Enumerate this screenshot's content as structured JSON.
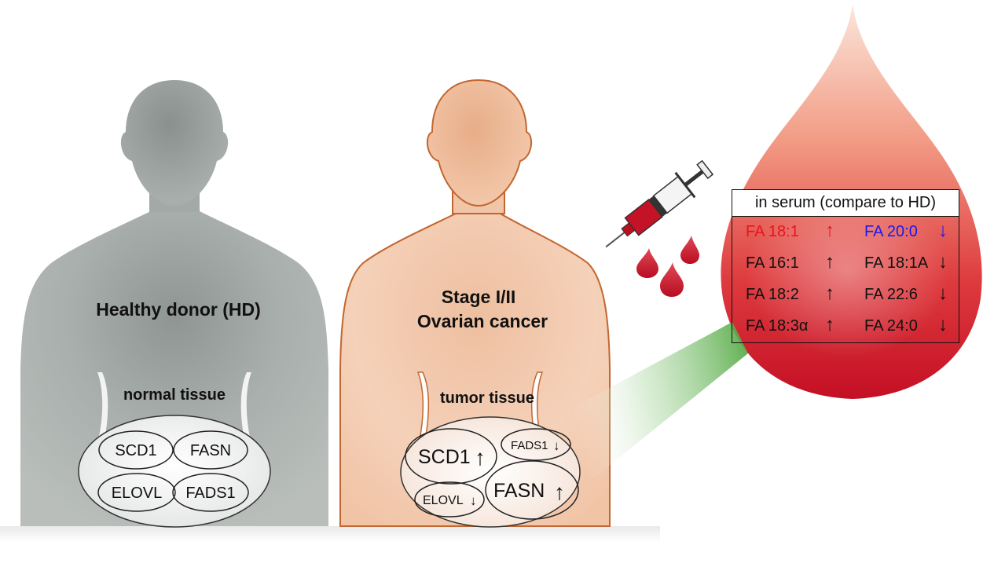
{
  "healthy": {
    "label": "Healthy donor (HD)",
    "tissue_label": "normal tissue",
    "genes": [
      "SCD1",
      "FASN",
      "ELOVL",
      "FADS1"
    ]
  },
  "cancer": {
    "label_line1": "Stage I/II",
    "label_line2": "Ovarian cancer",
    "tissue_label": "tumor tissue",
    "genes": [
      {
        "name": "SCD1",
        "arrow": "↑"
      },
      {
        "name": "FADS1",
        "arrow": "↓"
      },
      {
        "name": "ELOVL",
        "arrow": "↓"
      },
      {
        "name": "FASN",
        "arrow": "↑"
      }
    ]
  },
  "serum_table": {
    "header": "in serum (compare to HD)",
    "rows": [
      {
        "left": "FA 18:1",
        "left_arrow": "↑",
        "left_color": "#e8141b",
        "right": "FA 20:0",
        "right_arrow": "↓",
        "right_color": "#1a1aee"
      },
      {
        "left": "FA 16:1",
        "left_arrow": "↑",
        "left_color": "#111111",
        "right": "FA 18:1A",
        "right_arrow": "↓",
        "right_color": "#111111"
      },
      {
        "left": "FA 18:2",
        "left_arrow": "↑",
        "left_color": "#111111",
        "right": "FA 22:6",
        "right_arrow": "↓",
        "right_color": "#111111"
      },
      {
        "left": "FA 18:3α",
        "left_arrow": "↑",
        "left_color": "#111111",
        "right": "FA 24:0",
        "right_arrow": "↓",
        "right_color": "#111111"
      }
    ]
  },
  "colors": {
    "healthy_body": "#a4aaa6",
    "cancer_body": "#f2c7a9",
    "cancer_outline": "#c2672f",
    "blood": "#c8102e"
  }
}
